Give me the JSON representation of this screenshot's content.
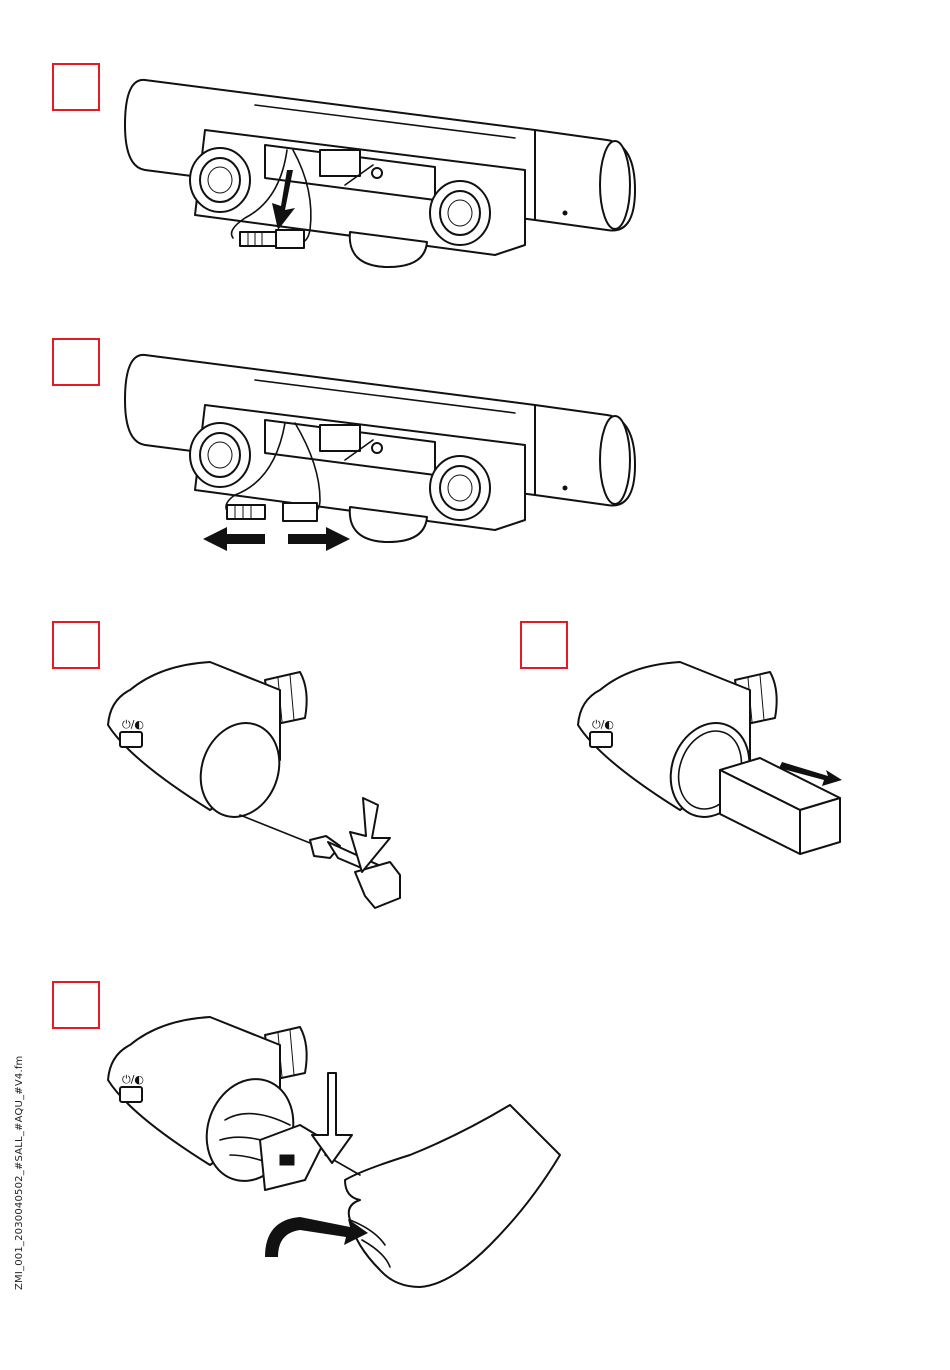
{
  "steps": [
    {
      "id": 1,
      "label": ""
    },
    {
      "id": 2,
      "label": ""
    },
    {
      "id": 3,
      "label": ""
    },
    {
      "id": 4,
      "label": ""
    },
    {
      "id": 5,
      "label": ""
    }
  ],
  "file_reference": "ZMI_001_2030040502_#SALL_#AQU_#V4.fm",
  "icons": [
    "step-marker-box",
    "faucet-body",
    "connector-plug",
    "arrow-left",
    "arrow-right",
    "arrow-down",
    "screwdriver",
    "battery-block",
    "hand"
  ],
  "colors": {
    "step_marker": "#e31b23",
    "line": "#111111"
  }
}
